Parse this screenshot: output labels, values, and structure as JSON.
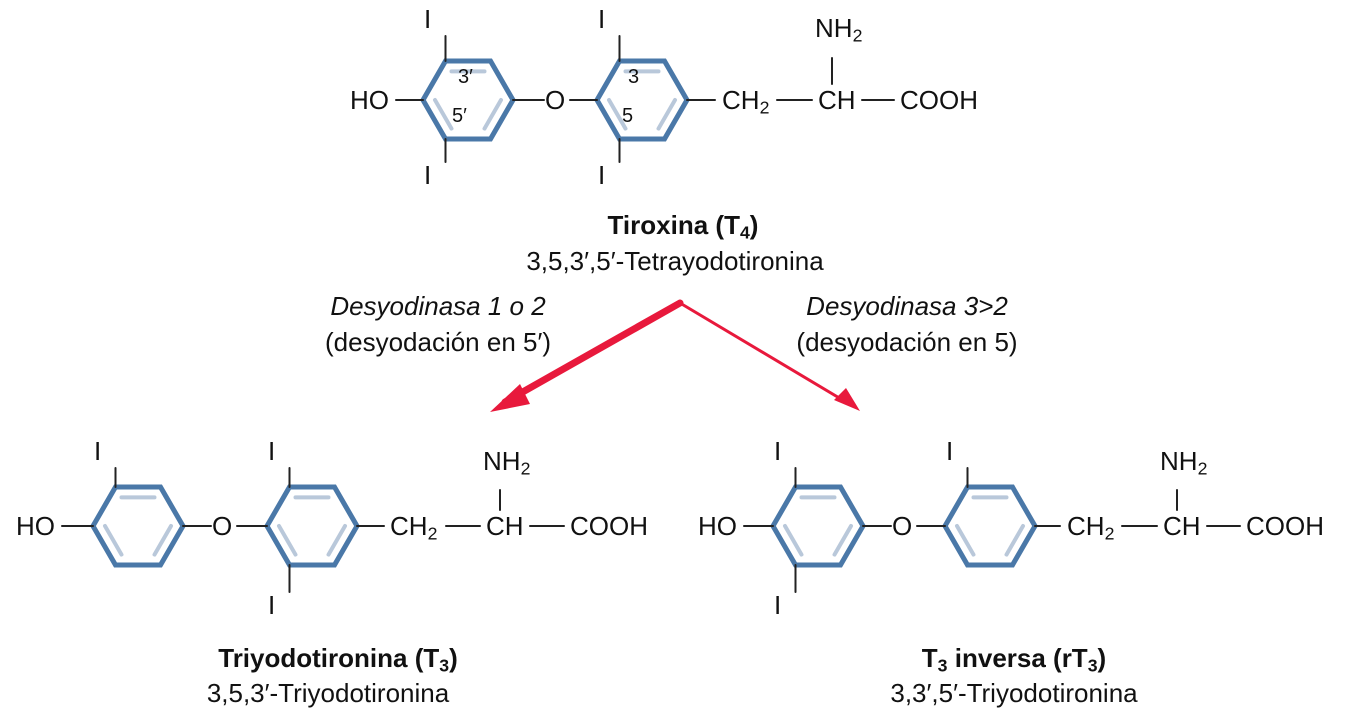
{
  "molecules": {
    "t4": {
      "name": "Tiroxina (T",
      "name_sub": "4",
      "name_close": ")",
      "subtitle": "3,5,3′,5′-Tetrayodotironina",
      "ring_labels": {
        "r1_top": "3′",
        "r1_bot": "5′",
        "r2_top": "3",
        "r2_bot": "5"
      }
    },
    "t3": {
      "name": "Triyodotironina (T",
      "name_sub": "3",
      "name_close": ")",
      "subtitle": "3,5,3′-Triyodotironina"
    },
    "rt3": {
      "name_pre": "T",
      "name_pre_sub": "3",
      "name": " inversa (rT",
      "name_sub": "3",
      "name_close": ")",
      "subtitle": "3,3′,5′-Triyodotironina"
    }
  },
  "atoms": {
    "iodine": "I",
    "hydroxyl": "HO",
    "oxygen": "O",
    "ch2": "CH",
    "ch2_sub": "2",
    "ch": "CH",
    "amine": "NH",
    "amine_sub": "2",
    "carboxyl": "COOH"
  },
  "enzymes": {
    "left": {
      "name": "Desyodinasa 1 o 2",
      "detail": "(desyodación en 5′)"
    },
    "right": {
      "name": "Desyodinasa 3>2",
      "detail": "(desyodación en 5)"
    }
  },
  "colors": {
    "ring": "#4a78a8",
    "ring_shade": "#b9c8da",
    "bond": "#222222",
    "arrow": "#e8193c",
    "text": "#111111"
  }
}
